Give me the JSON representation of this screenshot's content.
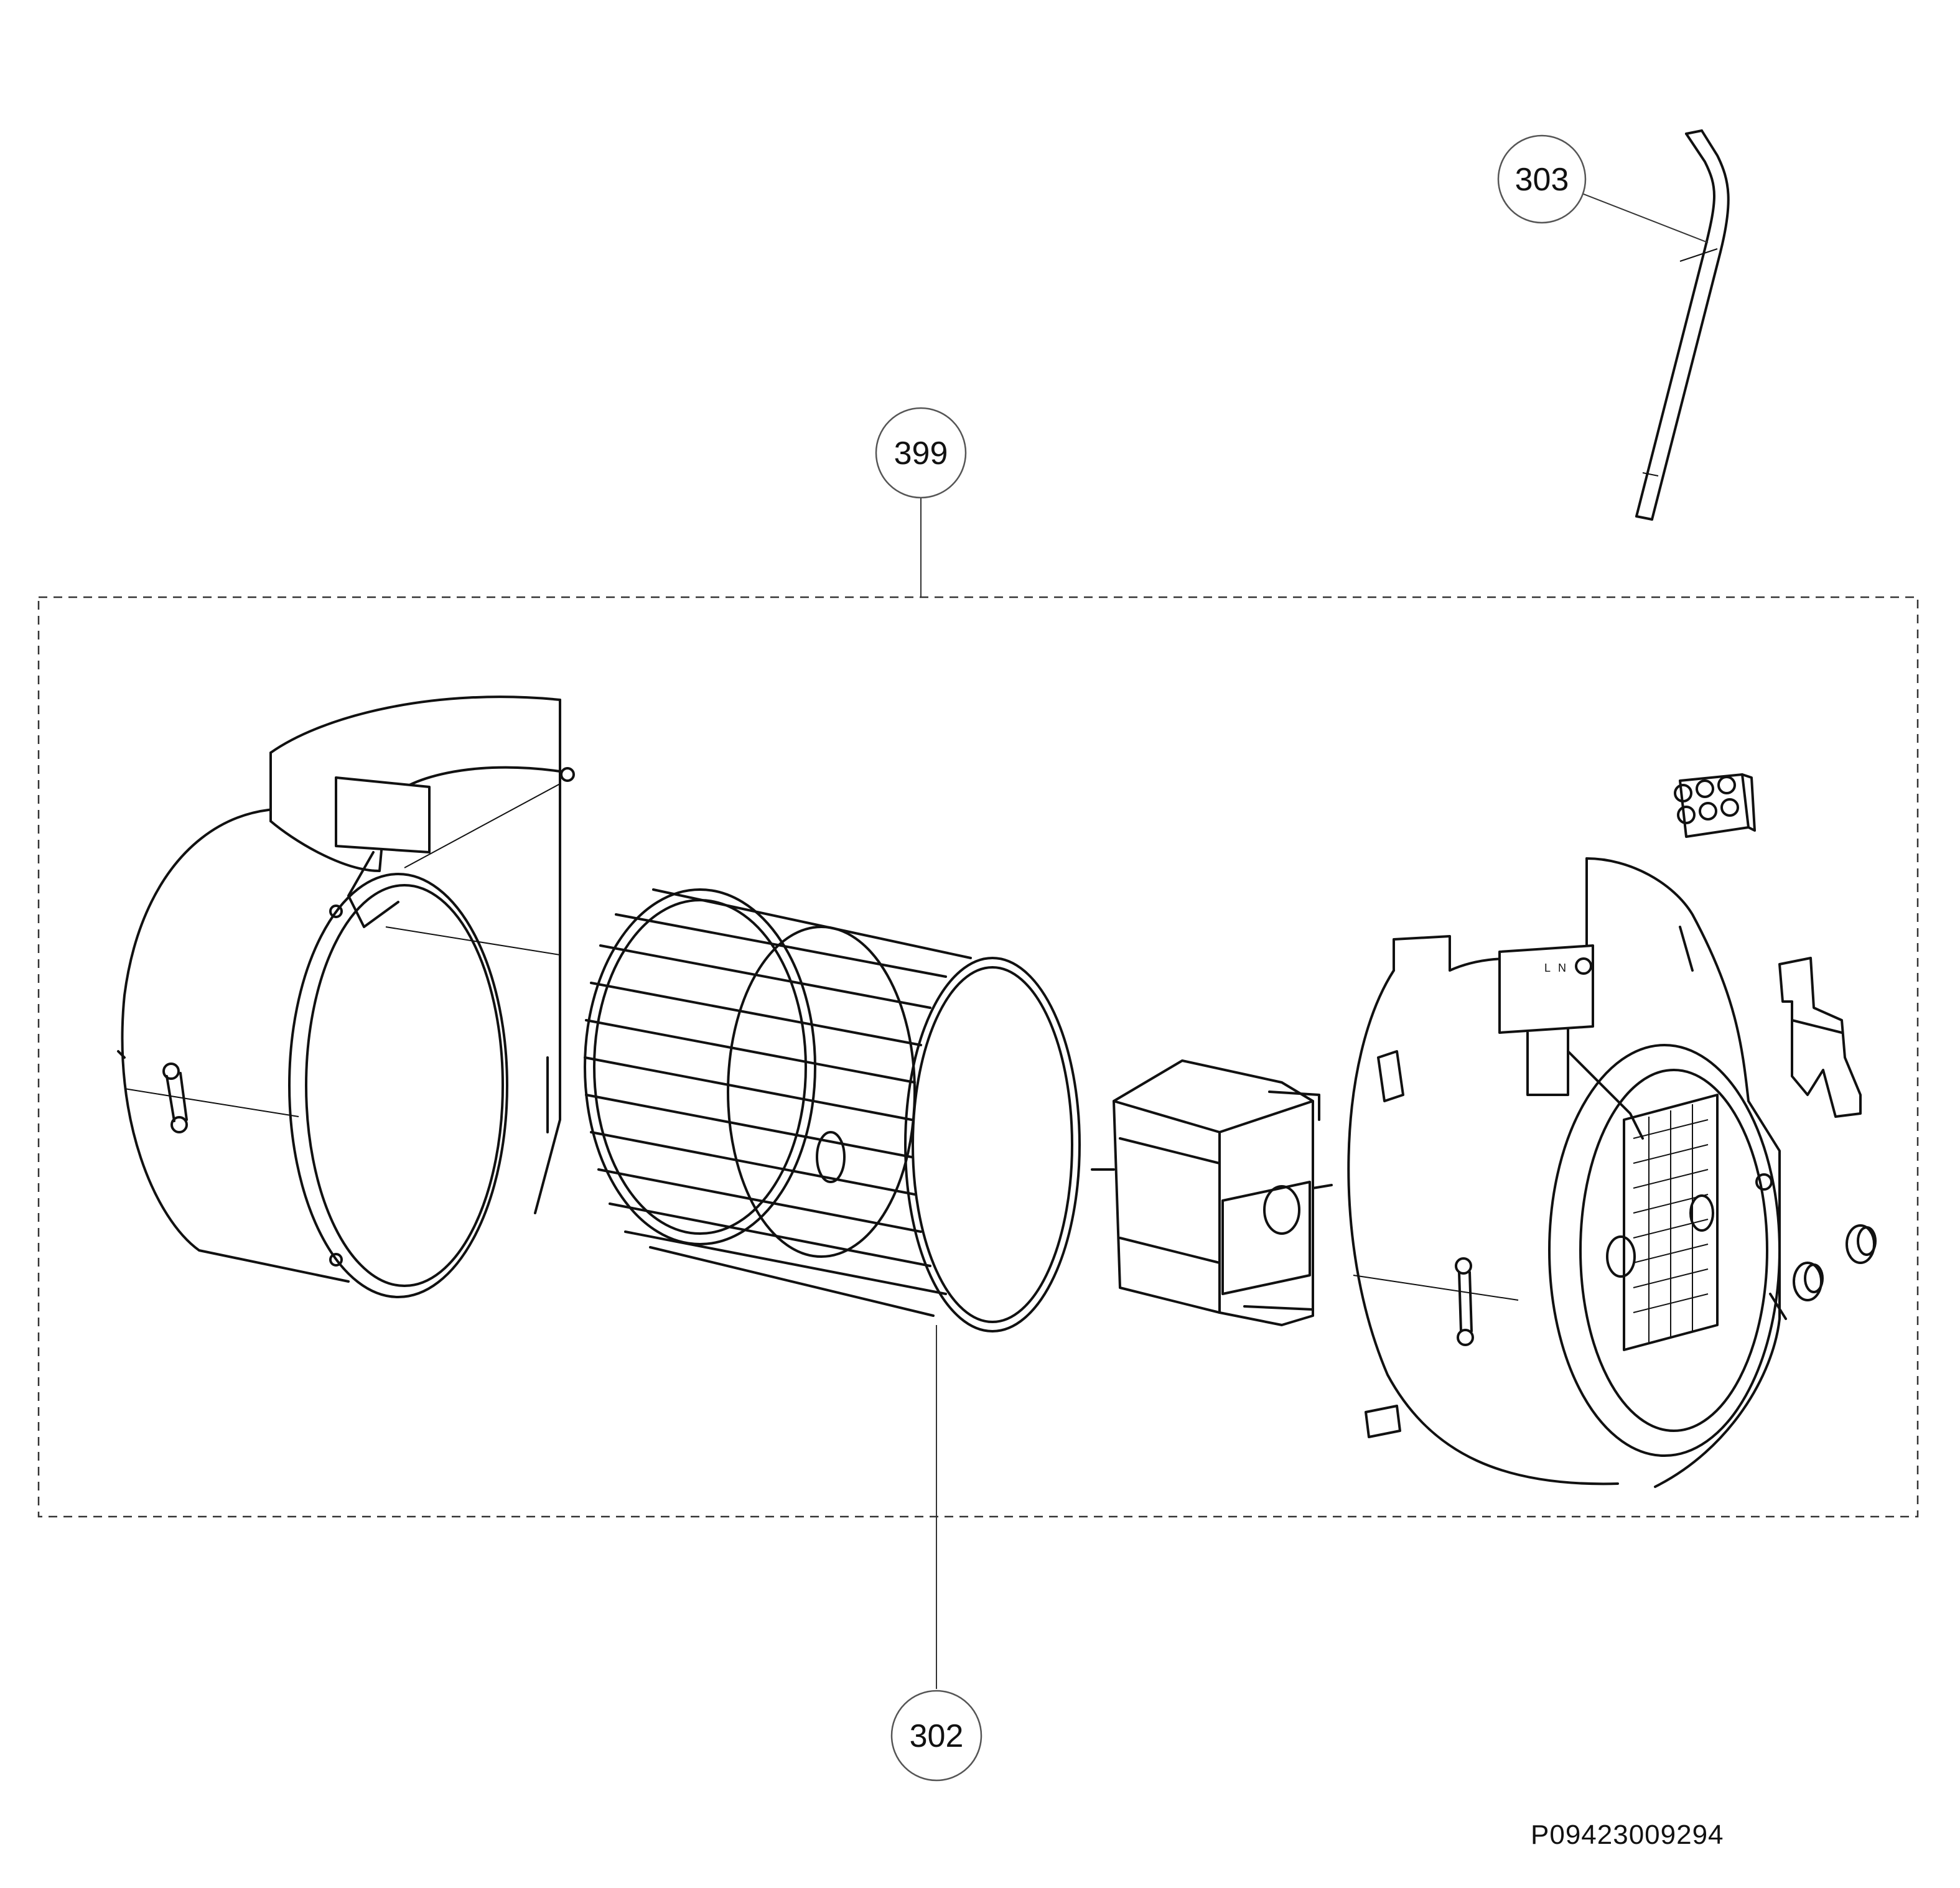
{
  "callouts": [
    {
      "id": "303",
      "label": "303"
    },
    {
      "id": "399",
      "label": "399"
    },
    {
      "id": "302",
      "label": "302"
    }
  ],
  "terminal_labels": {
    "l": "L",
    "n": "N"
  },
  "drawing_id": "P09423009294"
}
